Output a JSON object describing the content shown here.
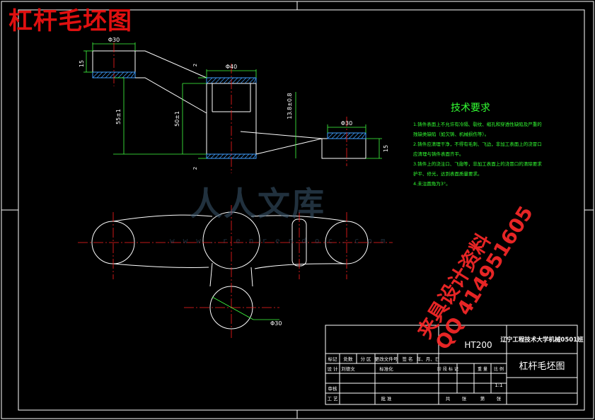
{
  "overlay_title": "杠杆毛坯图",
  "watermark_logo": "人人文库",
  "watermark_url": "www.renrendoc.com",
  "watermark_red_lines": [
    "夹具设计资料",
    "QQ 414951605"
  ],
  "tech_requirements": {
    "heading": "技术要求",
    "items": [
      "1.铸件表面上不允许有冷隔、裂纹、缩孔和穿透性缺陷及严重的",
      "残缺类缺陷（如欠铸、机械损伤等）。",
      "2.铸件应清理干净，不得有毛刺、飞边，非加工表面上的浇冒口",
      "应清理与铸件表面齐平。",
      "3.铸件上的浇注口、飞翅等，非加工表面上的浇冒口的清除要求",
      "护平、修光，达到表面质量要求。",
      "4.未注圆角为3°。"
    ]
  },
  "dimensions": {
    "d_left_top": "Φ30",
    "d_mid_top": "Φ40",
    "d_right": "Φ30",
    "d_bottom_circle": "Φ30",
    "h_left": "15",
    "h_right": "15",
    "h_55": "55±1",
    "h_50": "50±1",
    "h_13": "13.8±0.8",
    "small_2a": "2",
    "small_2b": "2"
  },
  "title_block": {
    "material": "HT200",
    "school": "辽宁工程技术大学机械0501班",
    "drawing_name": "杠杆毛坯图",
    "scale": "1:1",
    "col_labels": [
      "标记",
      "处数",
      "分 区",
      "更改文件号",
      "签 名",
      "年、月、日"
    ],
    "row_design": [
      "设 计",
      "刘德文",
      "标准化"
    ],
    "right_labels": [
      "阶 段 标 记",
      "重 量",
      "比 例"
    ],
    "row_check": "审核",
    "row_craft": "工 艺",
    "approve": "批 准",
    "sheet": [
      "共",
      "张",
      "第",
      "张"
    ]
  },
  "colors": {
    "line": "#ffffff",
    "center": "#ff2020",
    "dim": "#40ff40",
    "hatch": "#40a0ff",
    "green_text": "#33ff33"
  }
}
